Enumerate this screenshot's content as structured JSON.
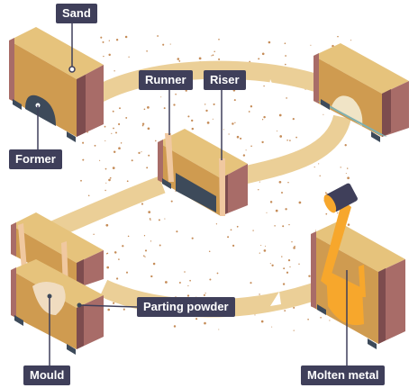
{
  "labels": {
    "sand": "Sand",
    "former": "Former",
    "runner": "Runner",
    "riser": "Riser",
    "parting_powder": "Parting powder",
    "mould": "Mould",
    "molten_metal": "Molten metal"
  },
  "colors": {
    "path": "#ebcf97",
    "sand_top": "#e6c37c",
    "sand_front": "#cf9b50",
    "frame": "#a86c68",
    "frame_dark": "#7d4c4e",
    "former": "#3d4a5a",
    "metal": "#f7a72c",
    "label_bg": "#3f3f5a",
    "speck": "#c58c58"
  }
}
